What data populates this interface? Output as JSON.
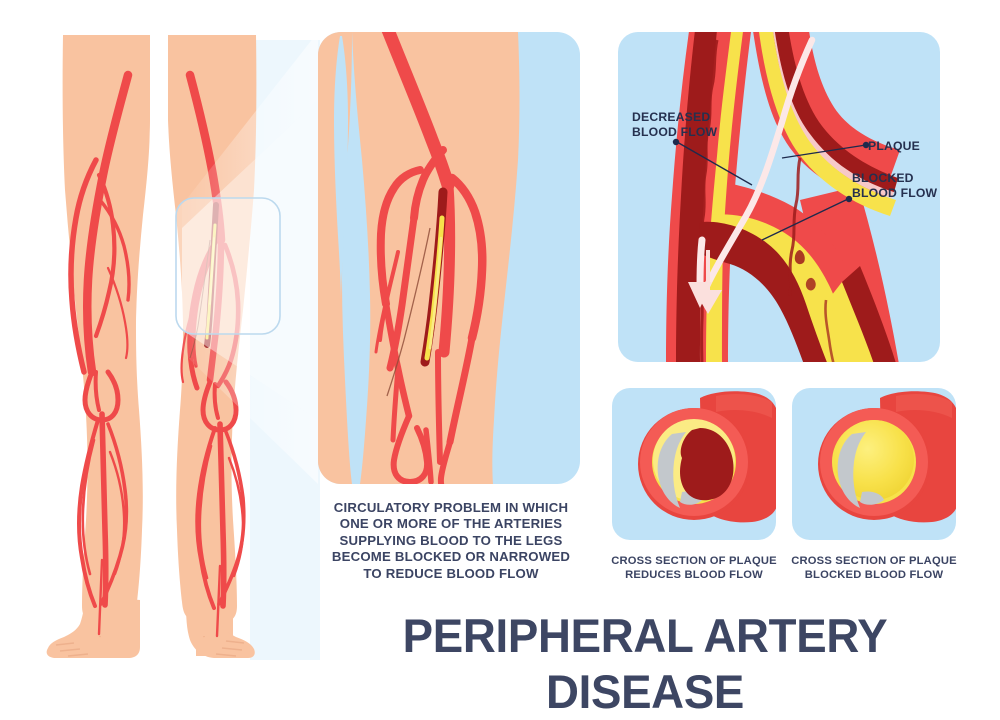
{
  "title": "PERIPHERAL ARTERY DISEASE",
  "caption": "CIRCULATORY PROBLEM IN WHICH ONE OR MORE OF THE ARTERIES SUPPLYING BLOOD TO THE LEGS BECOME BLOCKED OR NARROWED TO REDUCE BLOOD FLOW",
  "artery_panel": {
    "labels": {
      "decreased": "DECREASED BLOOD FLOW",
      "plaque": "PLAQUE",
      "blocked": "BLOCKED BLOOD FLOW"
    }
  },
  "cross_sections": [
    {
      "caption": "CROSS SECTION OF PLAQUE REDUCES BLOOD FLOW",
      "state": "partially-occluded"
    },
    {
      "caption": "CROSS SECTION OF PLAQUE BLOCKED BLOOD FLOW",
      "state": "fully-occluded"
    }
  ],
  "colors": {
    "panel_blue": "#bfe2f7",
    "skin": "#f9c3a0",
    "artery_red": "#ef4a4a",
    "artery_red_dark": "#e03a3a",
    "lumen_dark_red": "#9e1b1b",
    "plaque_yellow": "#f7e24b",
    "plaque_yellow_light": "#fbeb84",
    "inner_lining_pink": "#f7c9c9",
    "grey_deposit": "#c3c8cc",
    "text_navy": "#3b4463",
    "title_navy": "#3d4663",
    "leader_line": "#1d2a4d",
    "white": "#ffffff"
  }
}
